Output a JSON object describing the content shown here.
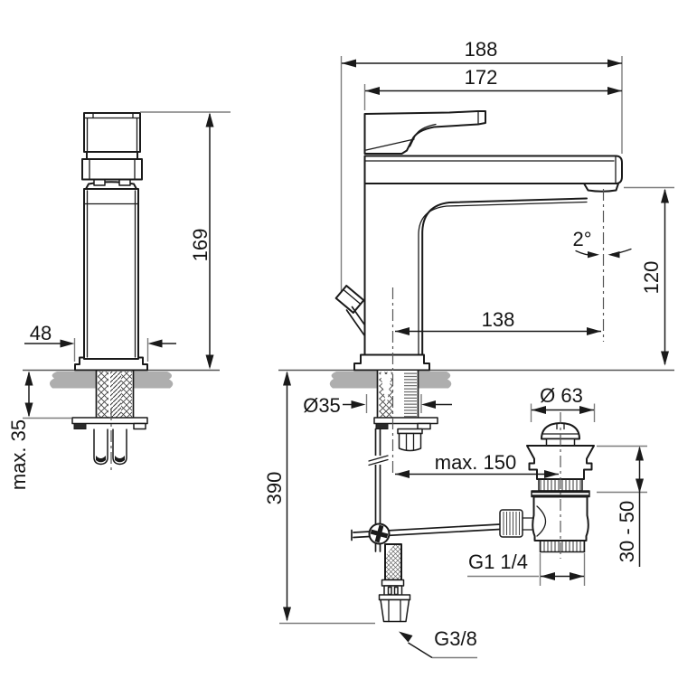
{
  "drawing": {
    "kind": "faucet-installation-dimension-drawing",
    "views": {
      "front": "front-view",
      "side": "side-view"
    }
  },
  "dims": {
    "overall_depth": "188",
    "body_depth": "172",
    "height": "169",
    "base_width": "48",
    "deck_max": "max. 35",
    "angle": "2°",
    "outlet_height": "120",
    "reach": "138",
    "hole_dia": "Ø35",
    "hose_length": "390",
    "rod_reach": "max. 150",
    "waste_dia": "Ø 63",
    "deck_range": "30 - 50",
    "waste_thread": "G1 1/4",
    "supply_thread": "G3/8"
  },
  "colors": {
    "line": "#1a1a1a",
    "extension_line": "#7d7d7d",
    "countertop": "#aeaeae",
    "background": "#ffffff"
  }
}
